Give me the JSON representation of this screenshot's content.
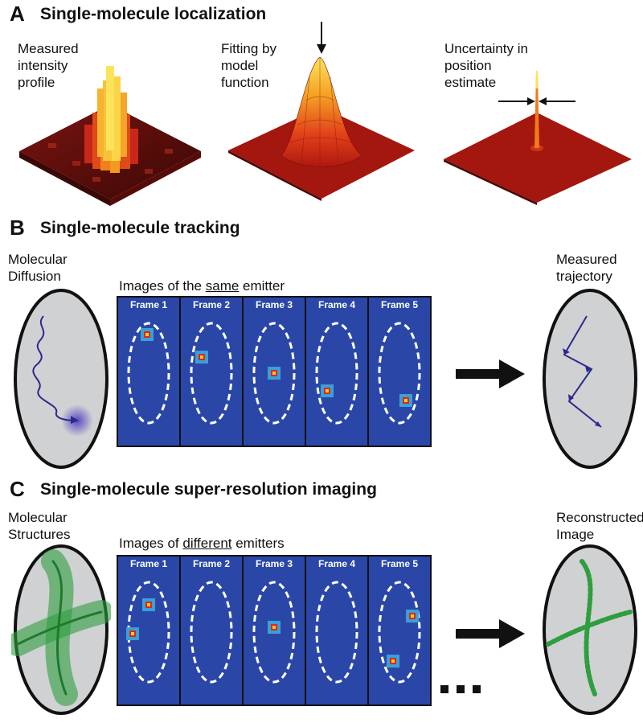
{
  "panelA": {
    "letter": "A",
    "title": "Single-molecule localization",
    "captions": [
      [
        "Measured",
        "intensity",
        "profile"
      ],
      [
        "Fitting by",
        "model",
        "function"
      ],
      [
        "Uncertainty in",
        "position",
        "estimate"
      ]
    ]
  },
  "panelB": {
    "letter": "B",
    "title": "Single-molecule tracking",
    "left_caption": [
      "Molecular",
      "Diffusion"
    ],
    "images_caption_pre": "Images of the ",
    "images_caption_underlined": "same",
    "images_caption_post": " emitter",
    "frame_labels": [
      "Frame 1",
      "Frame 2",
      "Frame 3",
      "Frame 4",
      "Frame 5"
    ],
    "right_caption": [
      "Measured",
      "trajectory"
    ]
  },
  "panelC": {
    "letter": "C",
    "title": "Single-molecule super-resolution imaging",
    "left_caption": [
      "Molecular",
      "Structures"
    ],
    "images_caption_pre": "Images of ",
    "images_caption_underlined": "different",
    "images_caption_post": " emitters",
    "frame_labels": [
      "Frame 1",
      "Frame 2",
      "Frame 3",
      "Frame 4",
      "Frame 5"
    ],
    "right_caption": [
      "Reconstructed",
      "Image"
    ]
  },
  "colors": {
    "frame_bg": "#2a47a8",
    "cell_gray": "#d0d1d3",
    "trajectory": "#2b2a8c",
    "structure_green": "#2f9e3f",
    "surface_red": "#9b1b12"
  }
}
